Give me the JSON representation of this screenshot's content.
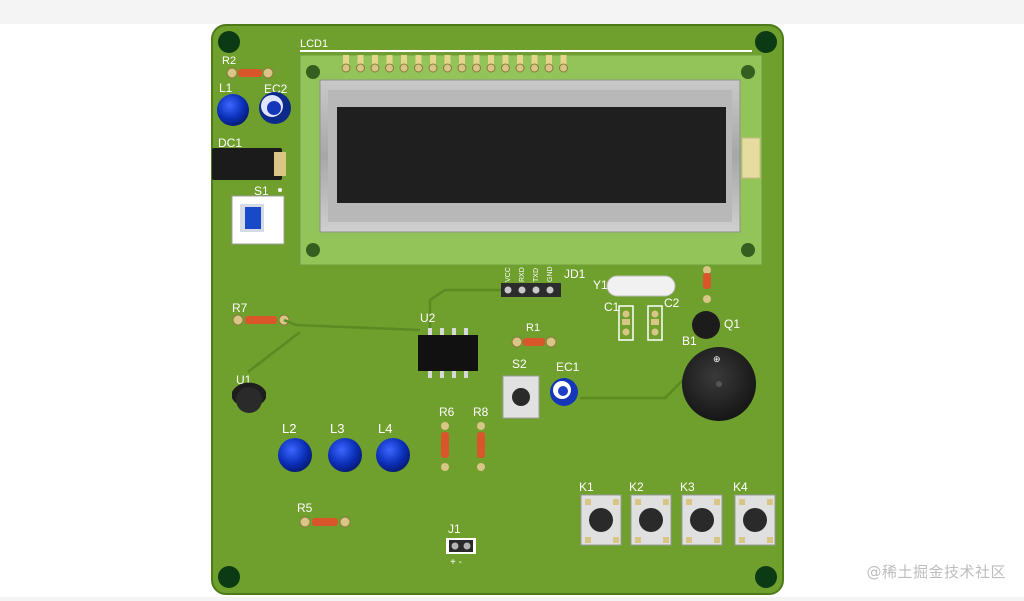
{
  "board": {
    "lcd_label": "LCD1",
    "labels": {
      "R2": "R2",
      "L1": "L1",
      "EC2": "EC2",
      "DC1": "DC1",
      "S1": "S1",
      "R7": "R7",
      "U1": "U1",
      "U2": "U2",
      "R1": "R1",
      "JD1": "JD1",
      "Y1": "Y1",
      "C1": "C1",
      "C2": "C2",
      "Q1": "Q1",
      "B1": "B1",
      "S2": "S2",
      "EC1": "EC1",
      "R6": "R6",
      "R8": "R8",
      "L2": "L2",
      "L3": "L3",
      "L4": "L4",
      "R5": "R5",
      "J1": "J1",
      "K1": "K1",
      "K2": "K2",
      "K3": "K3",
      "K4": "K4"
    },
    "jd1_pins": [
      "VCC",
      "RXD",
      "TXD",
      "GND"
    ],
    "j1_pins": "+ -"
  },
  "watermark": "@稀土掘金技术社区",
  "colors": {
    "pcb": "#6f9f2c",
    "pcb_dark": "#557f1c",
    "lcd_pcb": "#93c45a",
    "led": "#0b2fb8",
    "screen": "#1f1f1f"
  }
}
